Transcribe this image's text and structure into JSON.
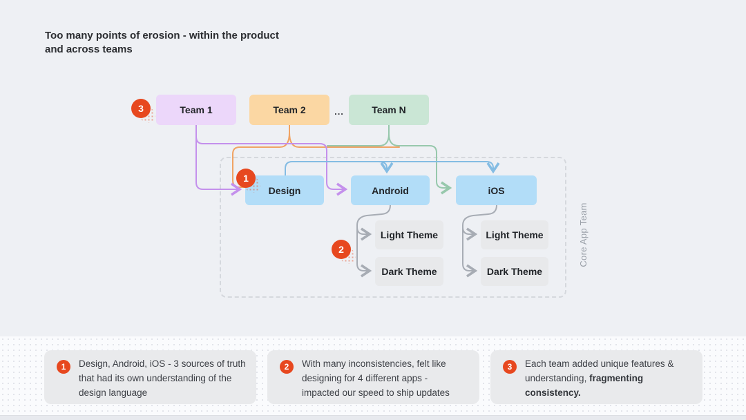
{
  "title": "Too many points of erosion - within the product\nand across teams",
  "teams": {
    "team1": {
      "label": "Team 1"
    },
    "team2": {
      "label": "Team 2"
    },
    "ellipsis": "...",
    "teamN": {
      "label": "Team N"
    }
  },
  "platforms": {
    "design": {
      "label": "Design"
    },
    "android": {
      "label": "Android",
      "themes": {
        "light": "Light Theme",
        "dark": "Dark Theme"
      }
    },
    "ios": {
      "label": "iOS",
      "themes": {
        "light": "Light Theme",
        "dark": "Dark Theme"
      }
    }
  },
  "container": {
    "label": "Core App Team"
  },
  "markers": {
    "m1": "1",
    "m2": "2",
    "m3": "3"
  },
  "notes": [
    {
      "num": "1",
      "text": "Design, Android, iOS - 3 sources of truth\nthat had its own understanding of the\ndesign language",
      "bold": ""
    },
    {
      "num": "2",
      "text": "With many inconsistencies, felt like\ndesigning for 4 different apps -\nimpacted our speed to ship updates",
      "bold": ""
    },
    {
      "num": "3",
      "text": "Each team added unique features &\nunderstanding, ",
      "bold": "fragmenting\nconsistency."
    }
  ],
  "colors": {
    "bg": "#eef0f4",
    "band_bg": "#fafbfd",
    "band_dot": "#dfe2e8",
    "strip": "#e7e9ee",
    "card_bg": "#e9eaec",
    "box_blue": "#b2ddf8",
    "box_gray": "#e8e9eb",
    "team1": "#ecd7fa",
    "team2": "#fbd7a3",
    "teamN": "#cae6d5",
    "marker": "#e7481f",
    "purple": "#c490ec",
    "orange": "#f0a364",
    "green": "#97c8ac",
    "blue": "#84bce3",
    "line_gray": "#a7acb4",
    "dash": "#d5d8dd",
    "text_dark": "#2b2d31",
    "text_body": "#3c3f45",
    "label_gray": "#9aa0a8"
  }
}
